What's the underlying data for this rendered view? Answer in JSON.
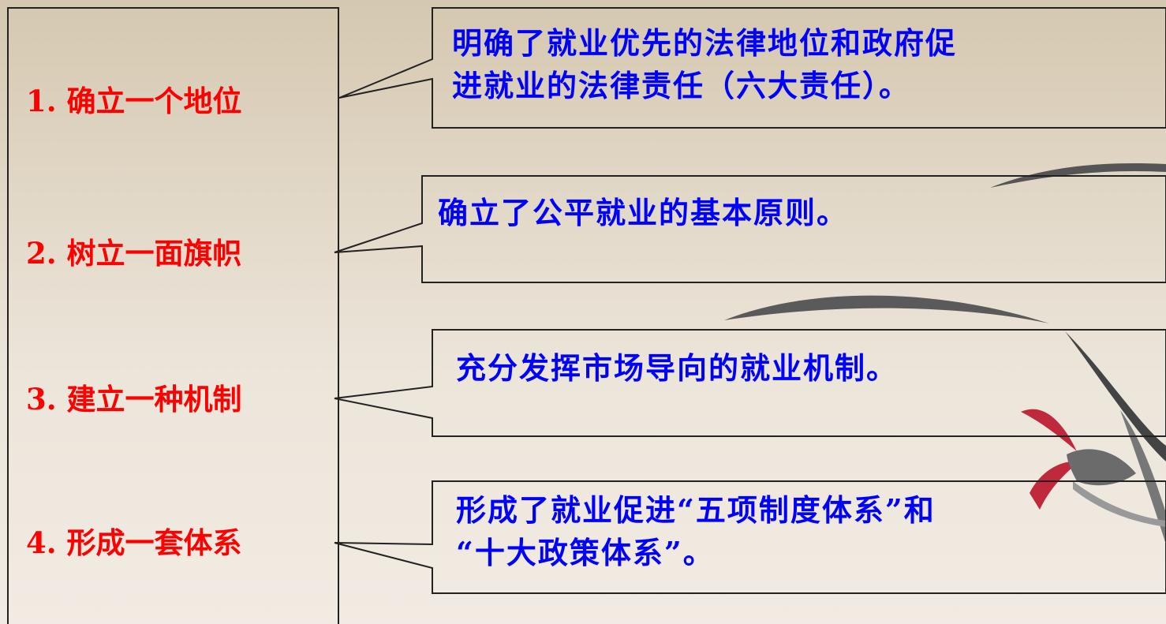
{
  "items": [
    {
      "label": "1. 确立一个地位",
      "callout_lines": [
        "明确了就业优先的法律地位和政府促",
        "进就业的法律责任（六大责任）。"
      ]
    },
    {
      "label": "2. 树立一面旗帜",
      "callout_lines": [
        "确立了公平就业的基本原则。"
      ]
    },
    {
      "label": "3. 建立一种机制",
      "callout_lines": [
        "充分发挥市场导向的就业机制。"
      ]
    },
    {
      "label": "4. 形成一套体系",
      "callout_lines": [
        "形成了就业促进“五项制度体系”和",
        "“十大政策体系”。"
      ]
    }
  ],
  "colors": {
    "label": "#ff0000",
    "callout_text": "#0000ff",
    "border": "#222222",
    "background_top": "#d5c8b0",
    "background_bottom": "#f1ebe3"
  }
}
